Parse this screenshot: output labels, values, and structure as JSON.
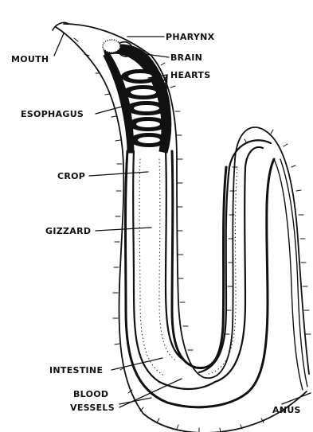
{
  "labels": {
    "mouth": "MOUTH",
    "pharynx": "PHARYNX",
    "brain": "BRAIN",
    "hearts": "HEARTS",
    "esophagus": "ESOPHAGUS",
    "crop": "CROP",
    "gizzard": "GIZZARD",
    "intestine": "INTESTINE",
    "blood_vessels_line1": "BLOOD",
    "blood_vessels_line2": "VESSELS",
    "anus": "ANUS"
  },
  "colors": {
    "ink": "#111111",
    "paper": "#ffffff"
  }
}
